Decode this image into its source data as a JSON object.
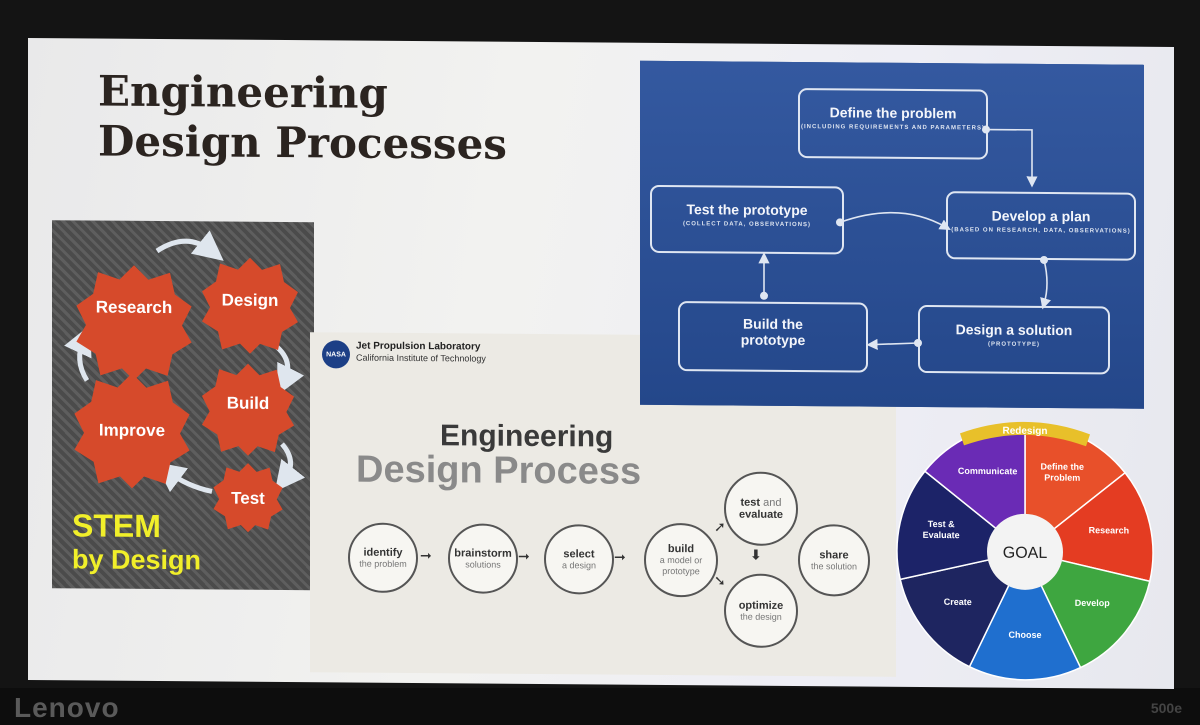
{
  "slide": {
    "title_line1": "Engineering",
    "title_line2": "Design Processes"
  },
  "stem": {
    "steps": [
      "Research",
      "Design",
      "Build",
      "Test",
      "Improve"
    ],
    "title": "STEM",
    "subtitle": "by Design"
  },
  "jpl": {
    "org": "Jet Propulsion Laboratory",
    "org_sub": "California Institute of Technology",
    "logo": "NASA",
    "title1": "Engineering",
    "title2": "Design Process",
    "steps": [
      {
        "verb": "identify",
        "rest": "the problem"
      },
      {
        "verb": "brainstorm",
        "rest": "solutions"
      },
      {
        "verb": "select",
        "rest": "a design"
      },
      {
        "verb": "build",
        "rest": "a model or prototype"
      },
      {
        "verb": "test",
        "verb2": "and",
        "rest": "evaluate"
      },
      {
        "verb": "optimize",
        "rest": "the design"
      },
      {
        "verb": "share",
        "rest": "the solution"
      }
    ]
  },
  "blueprint": {
    "define": {
      "label": "Define the problem",
      "note": "(INCLUDING REQUIREMENTS AND PARAMETERS)"
    },
    "plan": {
      "label": "Develop a plan",
      "note": "(BASED ON RESEARCH, DATA, OBSERVATIONS)"
    },
    "design": {
      "label": "Design a solution",
      "note": "(PROTOTYPE)"
    },
    "build": {
      "label": "Build the prototype"
    },
    "test": {
      "label": "Test the prototype",
      "note": "(COLLECT DATA, OBSERVATIONS)"
    }
  },
  "wheel": {
    "center": "GOAL",
    "arc": "Redesign",
    "segments": [
      {
        "label": "Define the Problem",
        "color": "#e8502a"
      },
      {
        "label": "Research",
        "color": "#e43c22"
      },
      {
        "label": "Develop",
        "color": "#3ea640"
      },
      {
        "label": "Choose",
        "color": "#1f6fcf"
      },
      {
        "label": "Create",
        "color": "#1e2560"
      },
      {
        "label": "Test & Evaluate",
        "color": "#1c2368"
      },
      {
        "label": "Communicate",
        "color": "#6a2bb5"
      }
    ]
  },
  "device": {
    "brand": "Lenovo",
    "model": "500e"
  }
}
